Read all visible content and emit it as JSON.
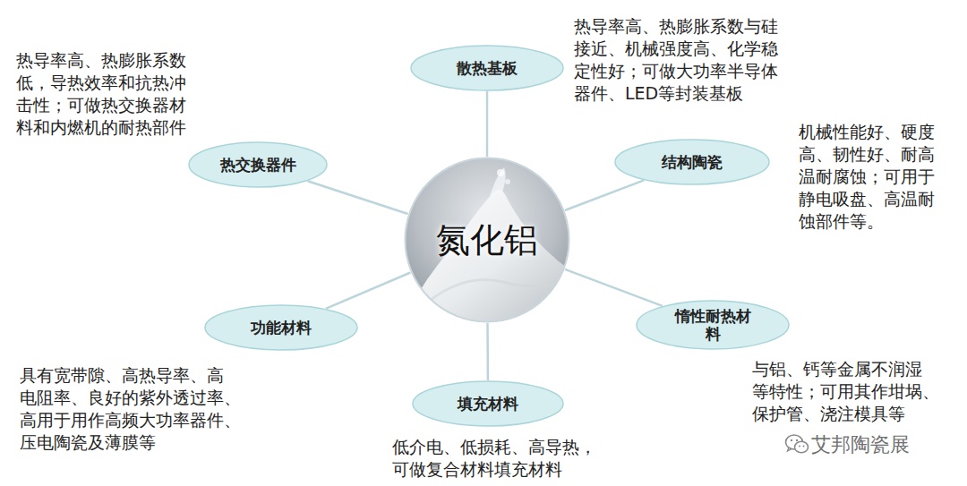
{
  "diagram": {
    "nodes": [
      {
        "text": [
          "氮化铝"
        ]
      },
      {
        "text": [
          "散热基板",
          "热导率高、热膨胀系数与硅 接近、机械强度高、化学稳 定性好；可做大功率半导体 器件、LED等封装基板"
        ]
      },
      {
        "text": [
          "结构陶瓷",
          "机械性能好、硬度 高、韧性好、耐高 温耐腐蚀；可用于 静电吸盘、高温耐 蚀部件等。"
        ]
      },
      {
        "text": [
          "惰性耐热材 料",
          "与铝、钙等金属不润湿 等特性；可用其作坩埚、 保护管、浇注模具等"
        ]
      },
      {
        "text": [
          "填充材料",
          "低介电、低损耗、高导热， 可做复合材料填充材料"
        ]
      },
      {
        "text": [
          "功能材料",
          "具有宽带隙、高热导率、高 电阻率、良好的紫外透过率、 高用于用作高频大功率器件、 压电陶瓷及薄膜等"
        ]
      },
      {
        "text": [
          "热交换器件",
          "热导率高、热膨胀系数 低，导热效率和抗热冲 击性；可做热交换器材 料和内燃机的耐热部件"
        ]
      }
    ],
    "edges": [
      {
        "from": 0,
        "to": 1,
        "arrow": "none"
      },
      {
        "from": 0,
        "to": 2,
        "arrow": "none"
      },
      {
        "from": 0,
        "to": 3,
        "arrow": "none"
      },
      {
        "from": 0,
        "to": 4,
        "arrow": "none"
      },
      {
        "from": 0,
        "to": 5,
        "arrow": "none"
      },
      {
        "from": 0,
        "to": 6,
        "arrow": "none"
      }
    ],
    "labels": [
      "艾邦陶瓷展"
    ]
  }
}
